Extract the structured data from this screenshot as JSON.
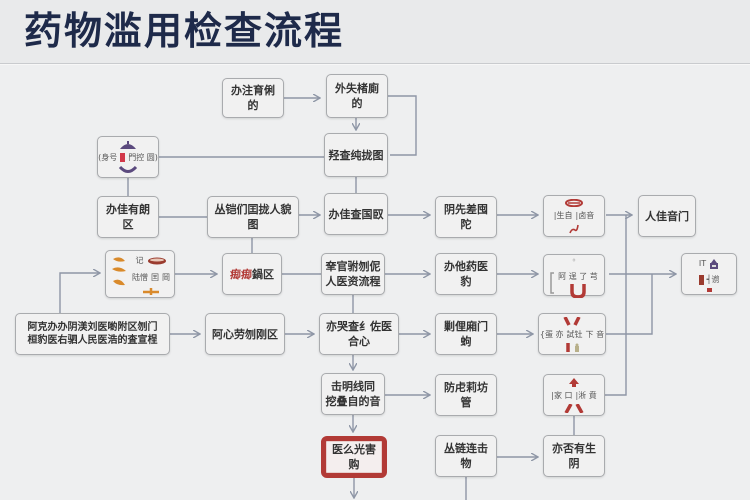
{
  "header": {
    "title": "药物滥用检查流程"
  },
  "colors": {
    "title": "#1e2a4a",
    "node_border": "#a9abae",
    "node_bg": "#f1f1f1",
    "connector": "#8e96a6",
    "accent_red": "#b23a36",
    "accent_purple": "#5b4a7e",
    "accent_orange": "#d98a2b"
  },
  "nodes": {
    "a": "办注育俐的",
    "b": "外失楮廁的",
    "c": "羟查纯拢图",
    "d": {
      "left": "(身号",
      "right": "門控 圆)"
    },
    "e": "办佳有朗区",
    "f": "丛铠们囯拢人貌图",
    "g": "办佳查国臤",
    "h": "阴先差囤陀",
    "i": {
      "left": "|生自",
      "right": "|卤音"
    },
    "j": "人佳音门",
    "k": {
      "top": "记",
      "left": "陆憎",
      "mid": "囯",
      "right": "岡"
    },
    "l": "鍋区",
    "l_prefix": "㾡㾡",
    "m": "羍官驸刎伲\n人医资流程",
    "n": "办他药医豹",
    "o": {
      "top": "◦",
      "label": "阿 逞 了 芎"
    },
    "p": {
      "top": "IT",
      "label": "┥谫"
    },
    "q": "阿克办办阴渼刘医喲附区刎门\n桓豹医右驷人民医浩的査宣桯",
    "r": "阿心劳刎刚区",
    "s": "亦哭查纟佐医合心",
    "t": "剿俚廂门蚼",
    "u": {
      "left": "{蛋 亦",
      "mid": "試钍",
      "right": "下 音"
    },
    "v": "击明线同\n挖叠自的音",
    "w": "防虍莉坊管",
    "x": {
      "left": "|家 口",
      "right": "|淅 賁"
    },
    "y": "医么光害购",
    "z": "丛链连击物",
    "aa": "亦否有生阴"
  }
}
